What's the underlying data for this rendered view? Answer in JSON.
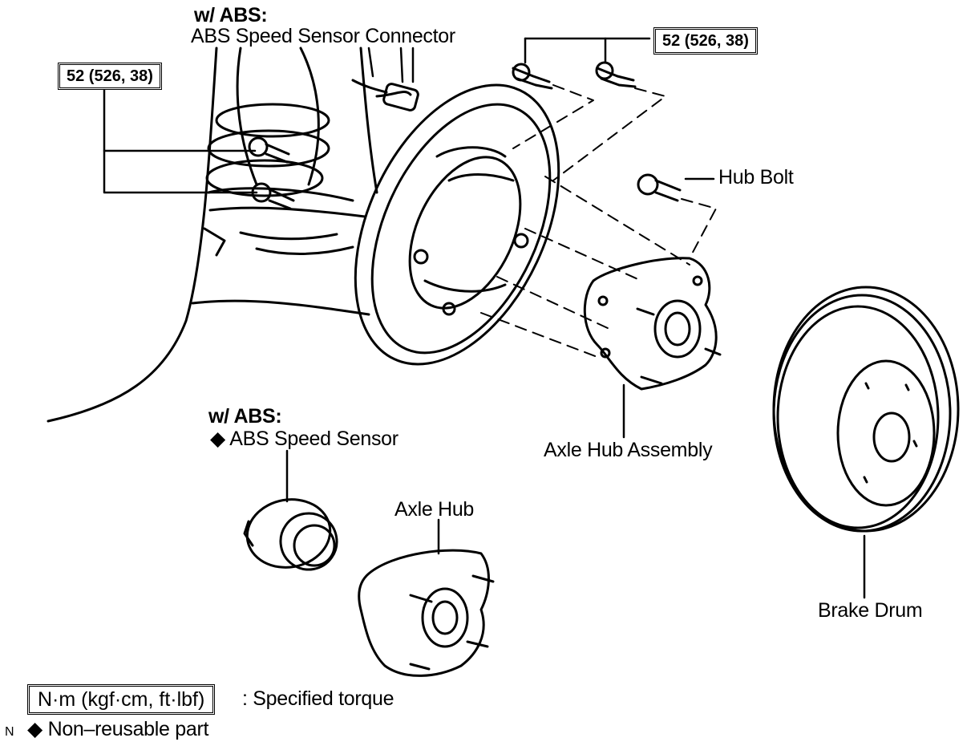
{
  "labels": {
    "abs_connector_prefix": "w/ ABS:",
    "abs_connector": "ABS Speed Sensor Connector",
    "torque_left": "52 (526, 38)",
    "torque_right": "52 (526, 38)",
    "hub_bolt": "Hub Bolt",
    "abs_sensor_prefix": "w/ ABS:",
    "abs_sensor": "◆ ABS Speed Sensor",
    "axle_hub_assembly": "Axle Hub Assembly",
    "axle_hub": "Axle Hub",
    "brake_drum": "Brake Drum"
  },
  "legend": {
    "torque_unit": "N·m (kgf·cm, ft·lbf)",
    "torque_desc": ": Specified torque",
    "nonreusable": "◆ Non–reusable part",
    "corner_mark": "N"
  }
}
